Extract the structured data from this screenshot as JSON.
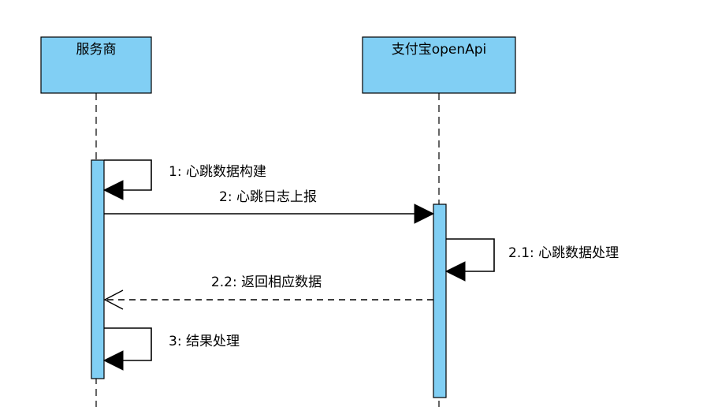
{
  "diagram": {
    "type": "sequence",
    "participants": [
      {
        "id": "provider",
        "label": "服务商"
      },
      {
        "id": "alipay",
        "label": "支付宝openApi"
      }
    ],
    "messages": [
      {
        "id": "m1",
        "label": "1: 心跳数据构建",
        "from": "provider",
        "to": "provider",
        "kind": "self"
      },
      {
        "id": "m2",
        "label": "2: 心跳日志上报",
        "from": "provider",
        "to": "alipay",
        "kind": "call"
      },
      {
        "id": "m21",
        "label": "2.1: 心跳数据处理",
        "from": "alipay",
        "to": "alipay",
        "kind": "self"
      },
      {
        "id": "m22",
        "label": "2.2: 返回相应数据",
        "from": "alipay",
        "to": "provider",
        "kind": "return"
      },
      {
        "id": "m3",
        "label": "3: 结果处理",
        "from": "provider",
        "to": "provider",
        "kind": "self"
      }
    ],
    "colors": {
      "box_fill": "#81cff4",
      "stroke": "#000000",
      "background": "#ffffff"
    }
  }
}
